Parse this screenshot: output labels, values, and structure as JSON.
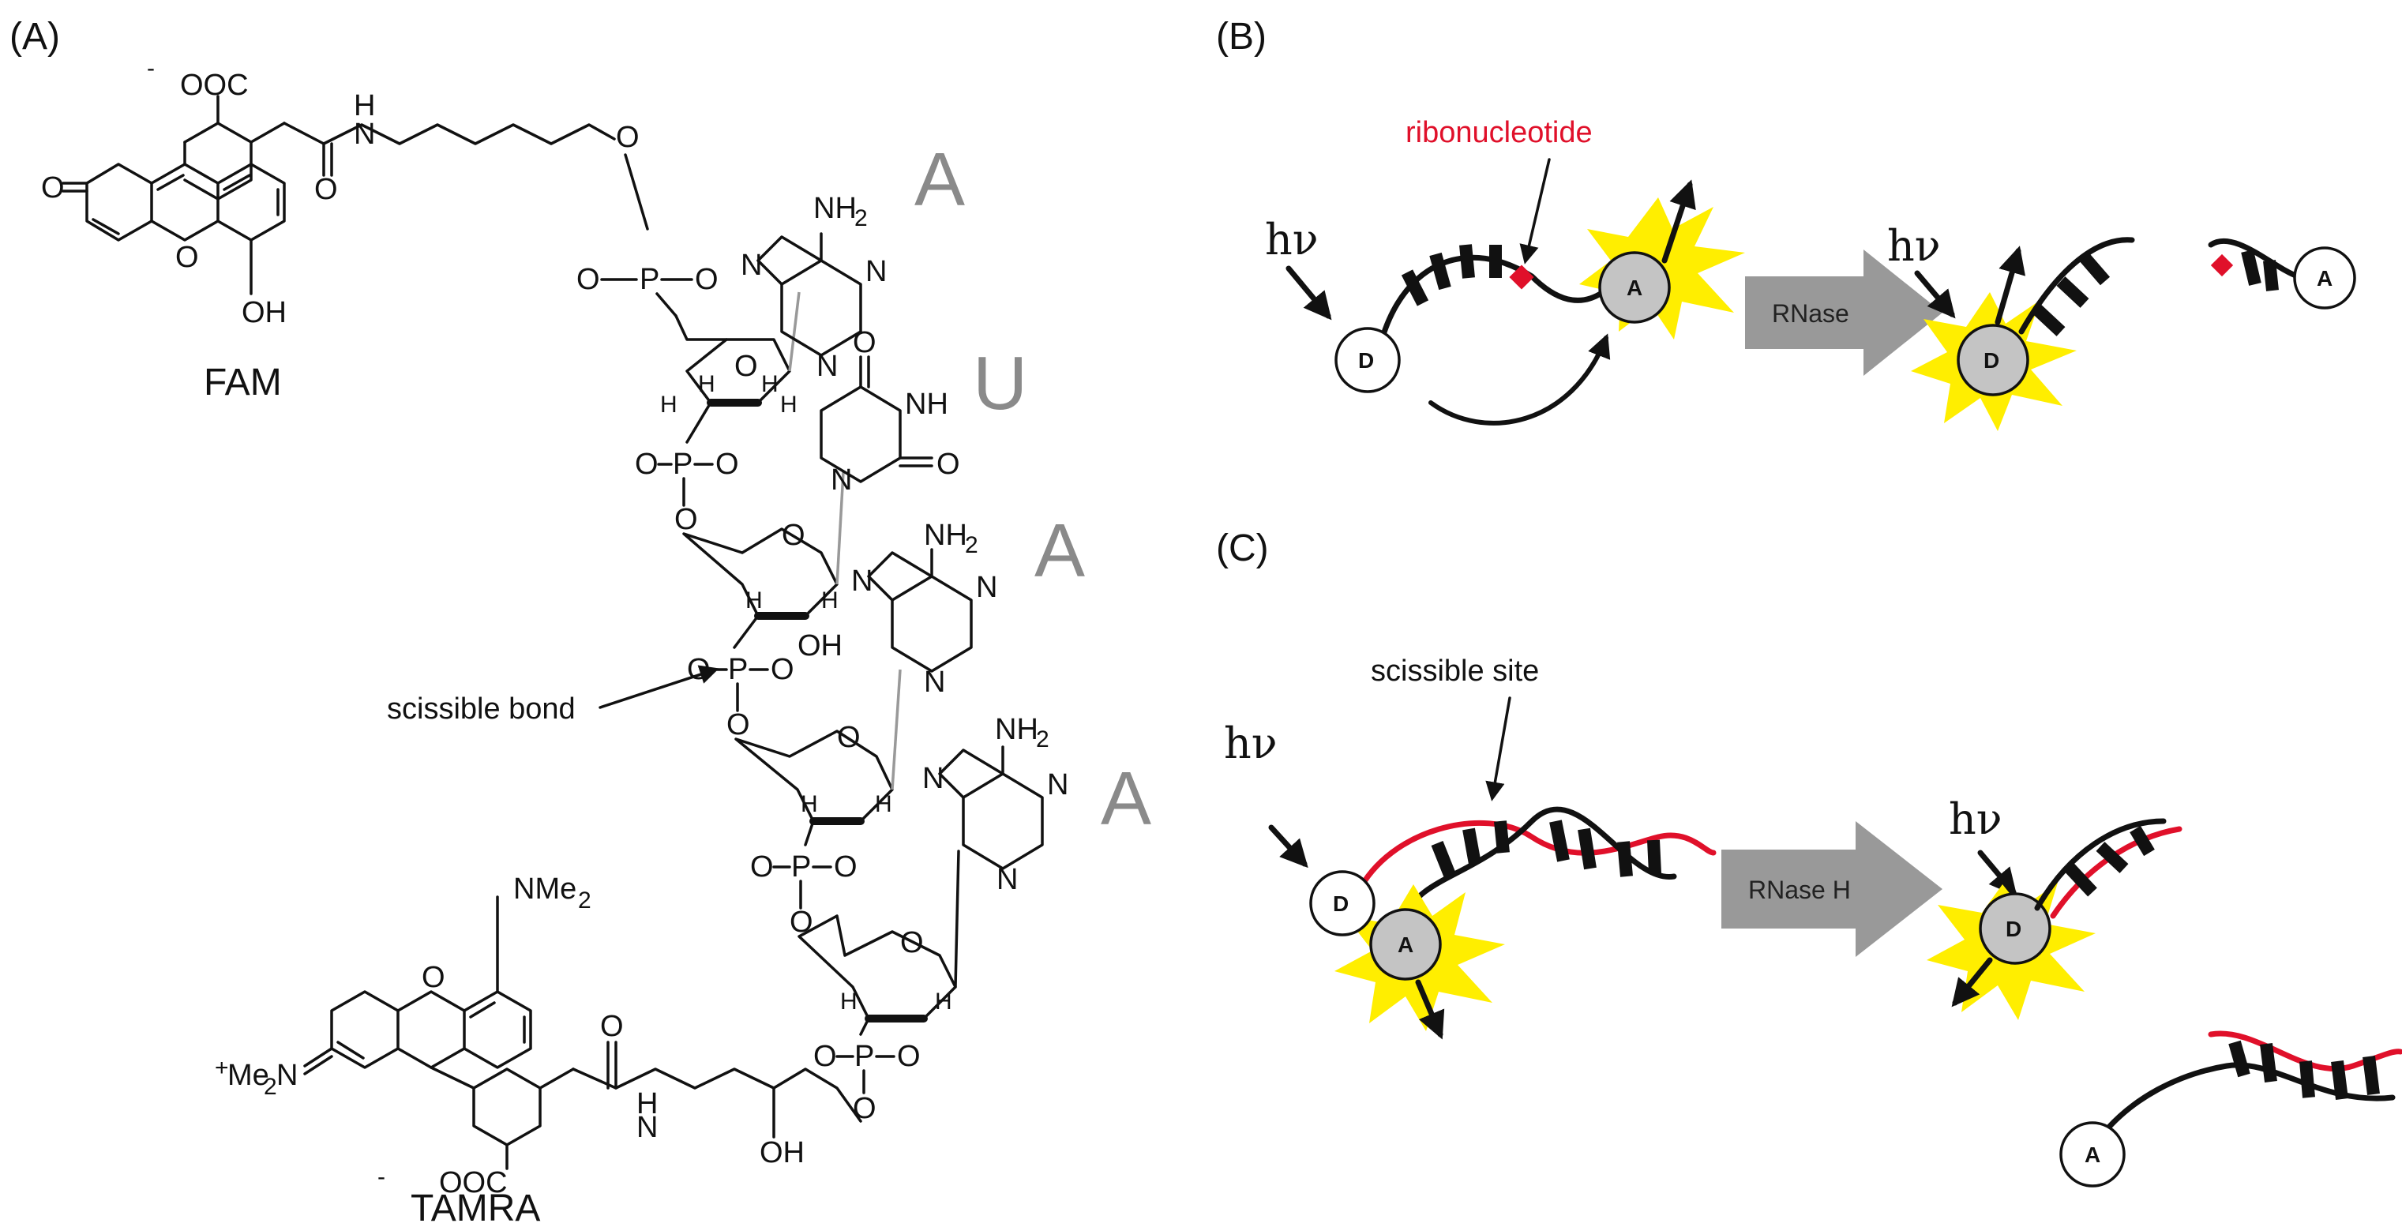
{
  "panels": {
    "a": "(A)",
    "b": "(B)",
    "c": "(C)"
  },
  "panel_a": {
    "fam_label": "FAM",
    "tamra_label": "TAMRA",
    "bases": [
      "A",
      "U",
      "A",
      "A"
    ],
    "scissible_bond_label": "scissible bond",
    "atoms": {
      "o": "O",
      "oh": "OH",
      "h": "H",
      "n": "N",
      "nh": "NH",
      "nh2": "NH",
      "nh2_sub": "2",
      "coo": "OOC",
      "coo_charge": "-",
      "p": "P",
      "o_minus": "O",
      "minus": "-",
      "nme2": "NMe",
      "nme2_sub": "2",
      "me2n_prefix": "+",
      "me2n": "Me",
      "me2n_sub": "2",
      "me2n_n": "N"
    }
  },
  "panel_b": {
    "ribonucleotide_label": "ribonucleotide",
    "hv": "hν",
    "donor": "D",
    "acceptor": "A",
    "enzyme_label": "RNase"
  },
  "panel_c": {
    "scissible_site_label": "scissible site",
    "hv": "hν",
    "donor": "D",
    "acceptor": "A",
    "enzyme_label": "RNase H"
  },
  "colors": {
    "rna_highlight": "#e0102a",
    "fluorescence_burst": "#ffee00",
    "acceptor_fill": "#c4c4c4",
    "enzyme_arrow": "#999999",
    "base_letter": "#8a8a8a"
  }
}
